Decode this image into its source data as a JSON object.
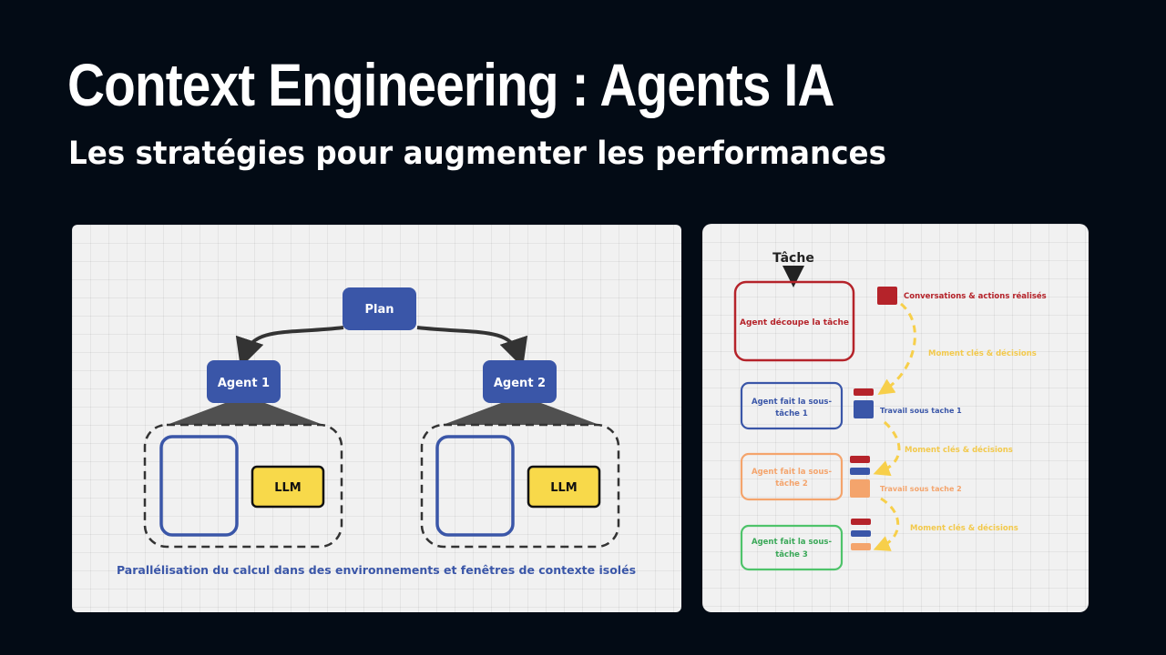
{
  "header": {
    "title": "Context Engineering : Agents IA",
    "subtitle": "Les stratégies pour augmenter les performances"
  },
  "left_diagram": {
    "plan_label": "Plan",
    "agent1_label": "Agent 1",
    "agent2_label": "Agent 2",
    "llm1_label": "LLM",
    "llm2_label": "LLM",
    "caption": "Parallélisation du calcul dans des environnements et fenêtres de contexte isolés"
  },
  "right_diagram": {
    "task_label": "Tâche",
    "split_label_line1": "Agent découpe la tâche",
    "legend_conversations": "Conversations & actions réalisés",
    "moment_1": "Moment clés & décisions",
    "moment_2": "Moment clés & décisions",
    "moment_3": "Moment clés & décisions",
    "sub1_line1": "Agent fait la sous-",
    "sub1_line2": "tâche 1",
    "sub2_line1": "Agent fait la sous-",
    "sub2_line2": "tâche 2",
    "sub3_line1": "Agent fait la sous-",
    "sub3_line2": "tâche 3",
    "work1": "Travail sous tache 1",
    "work2": "Travail sous tache 2"
  },
  "colors": {
    "blue": "#3a56a8",
    "red": "#b5232a",
    "orange": "#f4a46c",
    "green": "#4ec36a",
    "yellow": "#f7cf4a",
    "llm_yellow": "#f8d94a"
  }
}
